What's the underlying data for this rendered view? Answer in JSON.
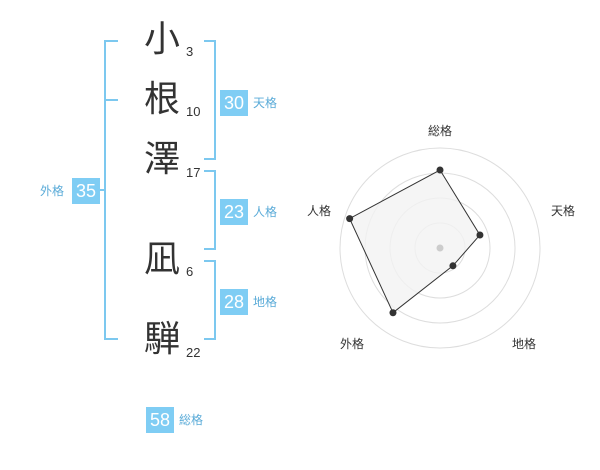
{
  "name": {
    "chars": [
      {
        "char": "小",
        "strokes": "3"
      },
      {
        "char": "根",
        "strokes": "10"
      },
      {
        "char": "澤",
        "strokes": "17"
      },
      {
        "char": "凪",
        "strokes": "6"
      },
      {
        "char": "騨",
        "strokes": "22"
      }
    ]
  },
  "kaku": {
    "tenkaku": {
      "value": "30",
      "label": "天格"
    },
    "jinkaku": {
      "value": "23",
      "label": "人格"
    },
    "chikaku": {
      "value": "28",
      "label": "地格"
    },
    "gaikaku": {
      "value": "35",
      "label": "外格"
    },
    "soukaku": {
      "value": "58",
      "label": "総格"
    }
  },
  "radar": {
    "axes": [
      "総格",
      "天格",
      "地格",
      "外格",
      "人格"
    ],
    "values": [
      0.78,
      0.42,
      0.22,
      0.8,
      0.95
    ],
    "max": 1,
    "fill_color": "#f2f2f2",
    "line_color": "#333333",
    "ring_color": "#dddddd"
  },
  "colors": {
    "accent": "#7fcdf4",
    "bracket": "#7cc8ef",
    "label": "#5aabd8"
  }
}
